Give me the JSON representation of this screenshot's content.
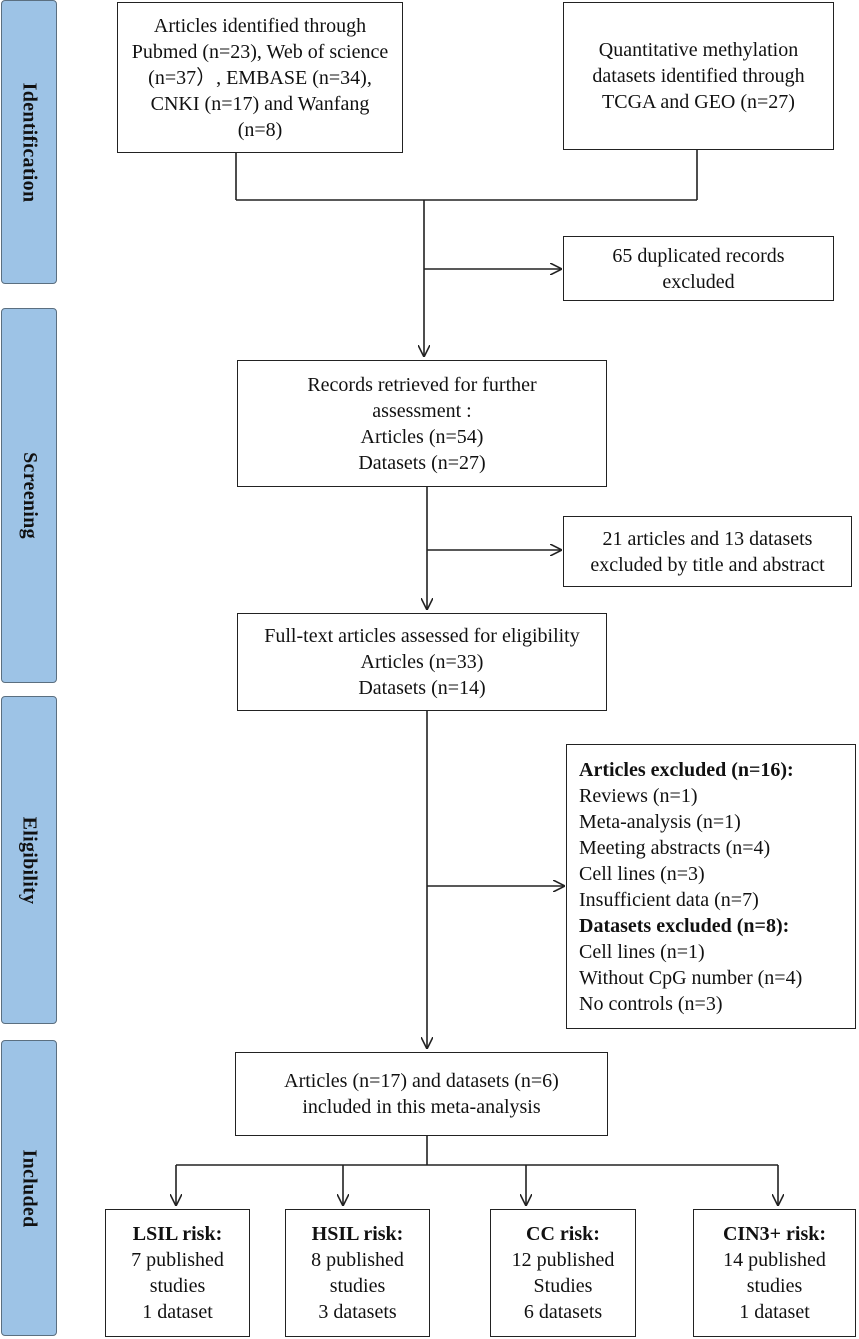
{
  "stages": {
    "identification": "Identification",
    "screening": "Screening",
    "eligibility": "Eligibility",
    "included": "Included"
  },
  "boxes": {
    "articles_identified": [
      "Articles identified through",
      "Pubmed (n=23), Web of science",
      "(n=37）, EMBASE (n=34),",
      "CNKI (n=17) and Wanfang",
      "(n=8)"
    ],
    "datasets_identified": [
      "Quantitative methylation",
      "datasets identified through",
      "TCGA and GEO (n=27)"
    ],
    "duplicates_excluded": [
      "65 duplicated records",
      "excluded"
    ],
    "records_retrieved": [
      "Records retrieved for further",
      "assessment :",
      "Articles (n=54)",
      "Datasets (n=27)"
    ],
    "title_abstract_excluded": [
      "21 articles and 13 datasets",
      "excluded by title and abstract"
    ],
    "fulltext_assessed": [
      "Full-text articles assessed for eligibility",
      "Articles (n=33)",
      "Datasets (n=14)"
    ],
    "excluded_details": {
      "articles_header": "Articles excluded (n=16):",
      "articles": [
        "Reviews (n=1)",
        "Meta-analysis (n=1)",
        "Meeting abstracts (n=4)",
        "Cell lines (n=3)",
        "Insufficient data (n=7)"
      ],
      "datasets_header": "Datasets excluded (n=8):",
      "datasets": [
        "Cell lines (n=1)",
        "Without CpG number (n=4)",
        "No controls (n=3)"
      ]
    },
    "included_meta": [
      "Articles (n=17) and datasets (n=6)",
      "included in this meta-analysis"
    ],
    "outcomes": [
      {
        "title": "LSIL risk:",
        "lines": [
          "7 published",
          "studies",
          "1 dataset"
        ]
      },
      {
        "title": "HSIL risk:",
        "lines": [
          "8 published",
          "studies",
          "3 datasets"
        ]
      },
      {
        "title": "CC risk:",
        "lines": [
          "12 published",
          "Studies",
          "6 datasets"
        ]
      },
      {
        "title": "CIN3+ risk:",
        "lines": [
          "14 published",
          "studies",
          "1 dataset"
        ]
      }
    ]
  }
}
